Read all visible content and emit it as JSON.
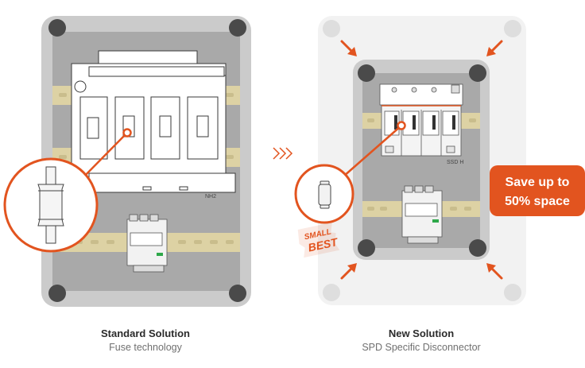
{
  "left": {
    "device_label": "NH2",
    "caption_title": "Standard Solution",
    "caption_subtitle": "Fuse technology"
  },
  "right": {
    "device_label": "SSD H",
    "badge": {
      "line1": "Save up to",
      "line2": "50% space"
    },
    "stamp": {
      "line1": "SMALL",
      "line2": "BEST"
    },
    "caption_title": "New Solution",
    "caption_subtitle": "SPD Specific Disconnector"
  },
  "colors": {
    "accent": "#e2541f",
    "enclosure": "#a7a7a7",
    "din_rail": "#ddd2a4",
    "screw": "#4a4a4a"
  }
}
